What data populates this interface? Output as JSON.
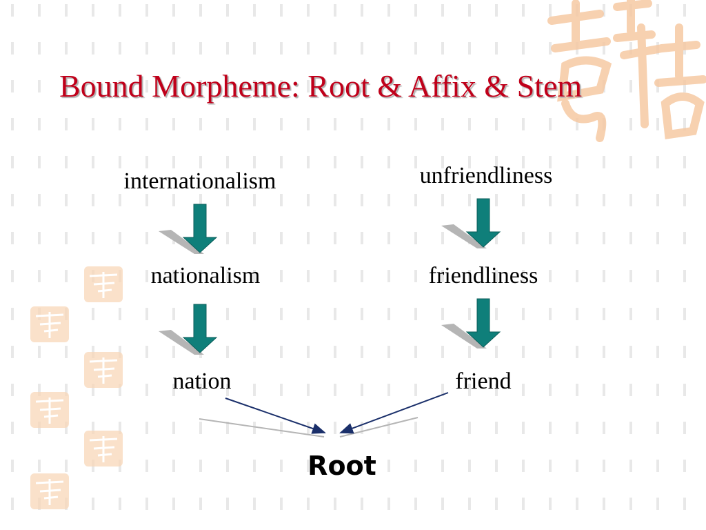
{
  "slide": {
    "title": "Bound Morpheme: Root & Affix & Stem"
  },
  "left_chain": {
    "word1": "internationalism",
    "word2": "nationalism",
    "word3": "nation"
  },
  "right_chain": {
    "word1": "unfriendliness",
    "word2": "friendliness",
    "word3": "friend"
  },
  "root_label": "Root",
  "colors": {
    "title": "#c0001a",
    "arrow": "#0f7f7a",
    "arrow_shadow": "#b5b5b5",
    "pointer": "#1a2f6a",
    "decor": "#f6c9a3"
  }
}
